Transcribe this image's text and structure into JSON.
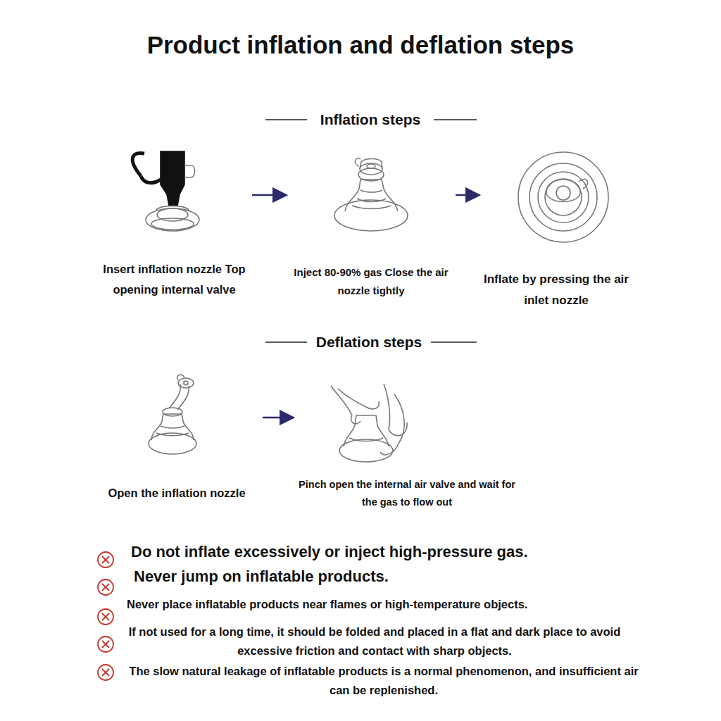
{
  "diagram": {
    "title": "Product inflation and deflation steps",
    "nodes": [
      {
        "text": [
          "Insert inflation nozzle Top opening internal valve"
        ]
      },
      {
        "text": [
          "Inject 80-90% gas Close the air nozzle tightly"
        ]
      },
      {
        "text": [
          "Inflate by pressing the air inlet nozzle"
        ]
      },
      {
        "text": [
          "Open the inflation nozzle"
        ]
      },
      {
        "text": [
          "Pinch open the internal air valve and wait for the gas to flow out"
        ]
      }
    ],
    "edges": [
      {
        "from": 0,
        "to": 1,
        "arrow": "to"
      },
      {
        "from": 1,
        "to": 2,
        "arrow": "to"
      },
      {
        "from": 3,
        "to": 4,
        "arrow": "to"
      }
    ],
    "labels": [
      "Inflation steps",
      "Deflation steps",
      "Do not inflate excessively or inject high-pressure gas.",
      "Never jump on inflatable products.",
      "Never place inflatable products near flames or high-temperature objects.",
      "If not used for a long time, it should be folded and placed in a flat and dark place to avoid excessive friction and contact with sharp objects.",
      "The slow natural leakage of inflatable products is a normal phenomenon, and insufficient air can be replenished."
    ]
  }
}
